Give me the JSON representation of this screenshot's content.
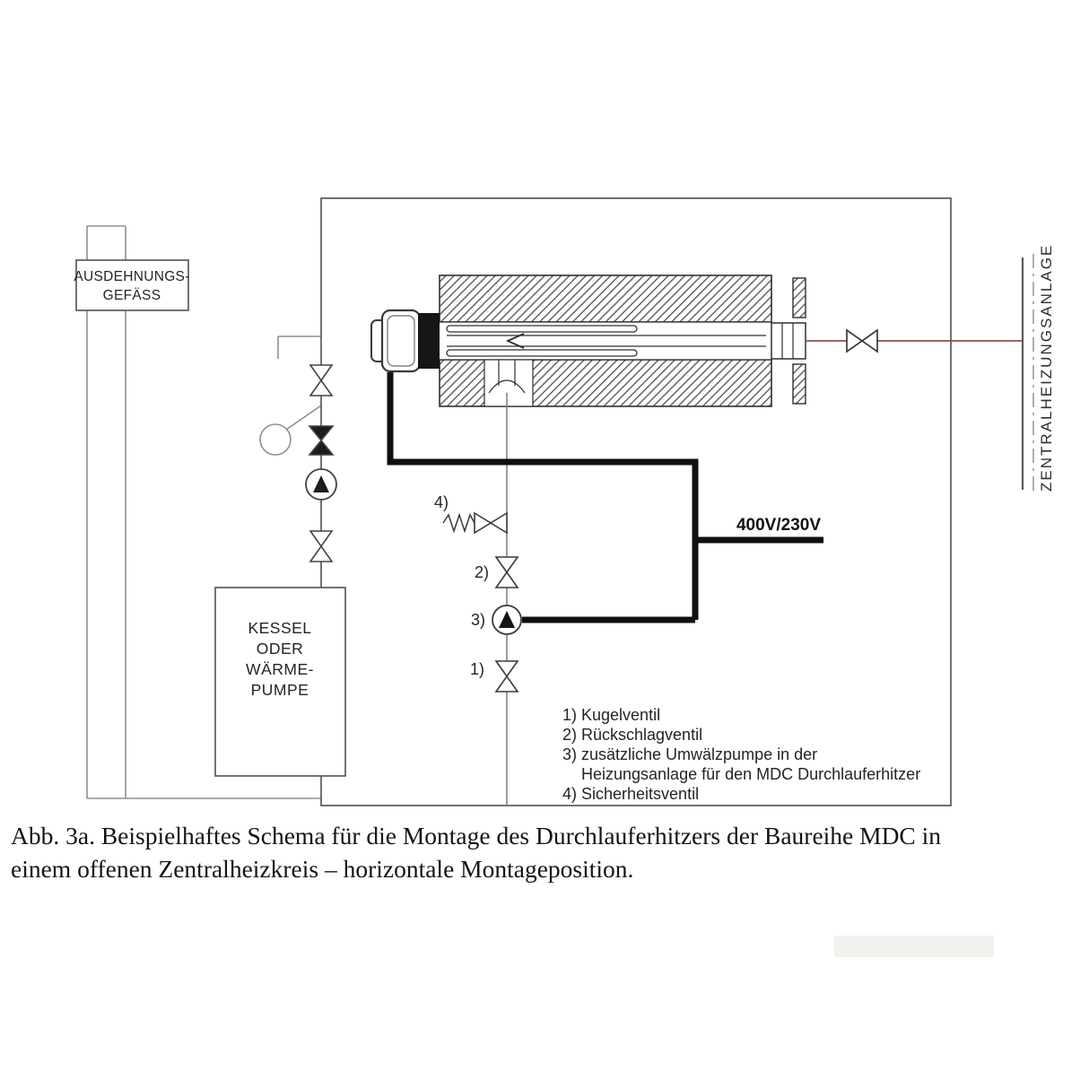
{
  "figure": {
    "caption_line1": "Abb. 3a. Beispielhaftes Schema für die Montage des Durchlauferhitzers der Baureihe MDC in",
    "caption_line2": "einem offenen Zentralheizkreis – horizontale Montageposition."
  },
  "diagram": {
    "expansion_vessel": {
      "line1": "AUSDEHNUNGS-",
      "line2": "GEFÄSS"
    },
    "boiler": {
      "line1": "KESSEL",
      "line2": "ODER",
      "line3": "WÄRME-",
      "line4": "PUMPE"
    },
    "power_supply": "400V/230V",
    "central_heating_system": "ZENTRALHEIZUNGSANLAGE",
    "markers": {
      "m1": "1)",
      "m2": "2)",
      "m3": "3)",
      "m4": "4)"
    },
    "legend": {
      "item1": "1) Kugelventil",
      "item2": "2) Rückschlagventil",
      "item3a": "3) zusätzliche Umwälzpumpe in der",
      "item3b": "Heizungsanlage für den MDC Durchlauferhitzer",
      "item4": "4) Sicherheitsventil"
    }
  },
  "colors": {
    "line": "#4a4a4a",
    "pipe_light": "#909090",
    "pipe_red": "#8a5348",
    "cable": "#101010",
    "text": "#1e1e1e"
  }
}
